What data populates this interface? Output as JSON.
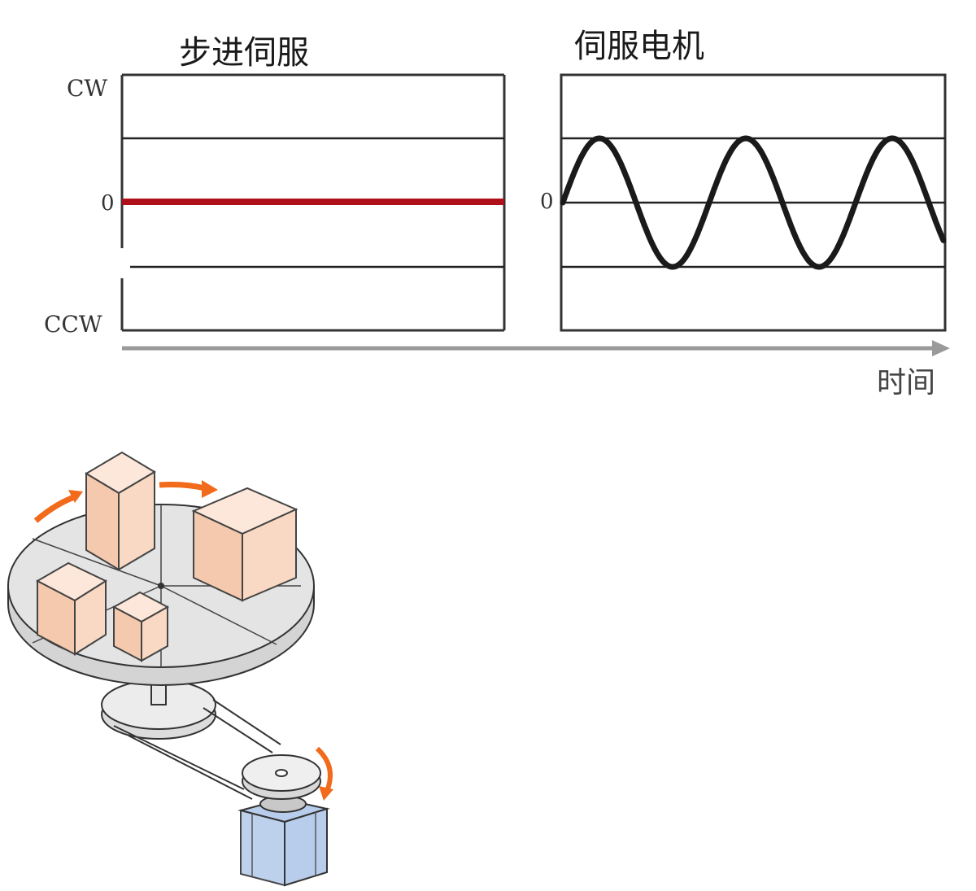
{
  "chart_data": [
    {
      "type": "line",
      "title": "步进伺服",
      "y_labels": {
        "top": "CW",
        "zero": "0",
        "bottom": "CCW"
      },
      "series": [
        {
          "values": [
            0,
            0
          ]
        }
      ],
      "ylim": [
        -1,
        1
      ]
    },
    {
      "type": "line",
      "title": "伺服电机",
      "y_labels": {
        "zero": "0"
      },
      "cycles": 2.6,
      "amplitude": 1,
      "ylim": [
        -1,
        1
      ]
    }
  ],
  "x_axis_label": "时间",
  "colors": {
    "stepper_line": "#b0101a",
    "servo_wave": "#1a1a1a",
    "axis_arrow": "#9a9a9a",
    "orange_arrow": "#f26a1b",
    "box_face_light": "#fde7da",
    "box_face_mid": "#f9d9c4",
    "box_face_dark": "#f4c9ad",
    "motor_blue": "#b8cdeb",
    "disk": "#e6e6e6"
  }
}
